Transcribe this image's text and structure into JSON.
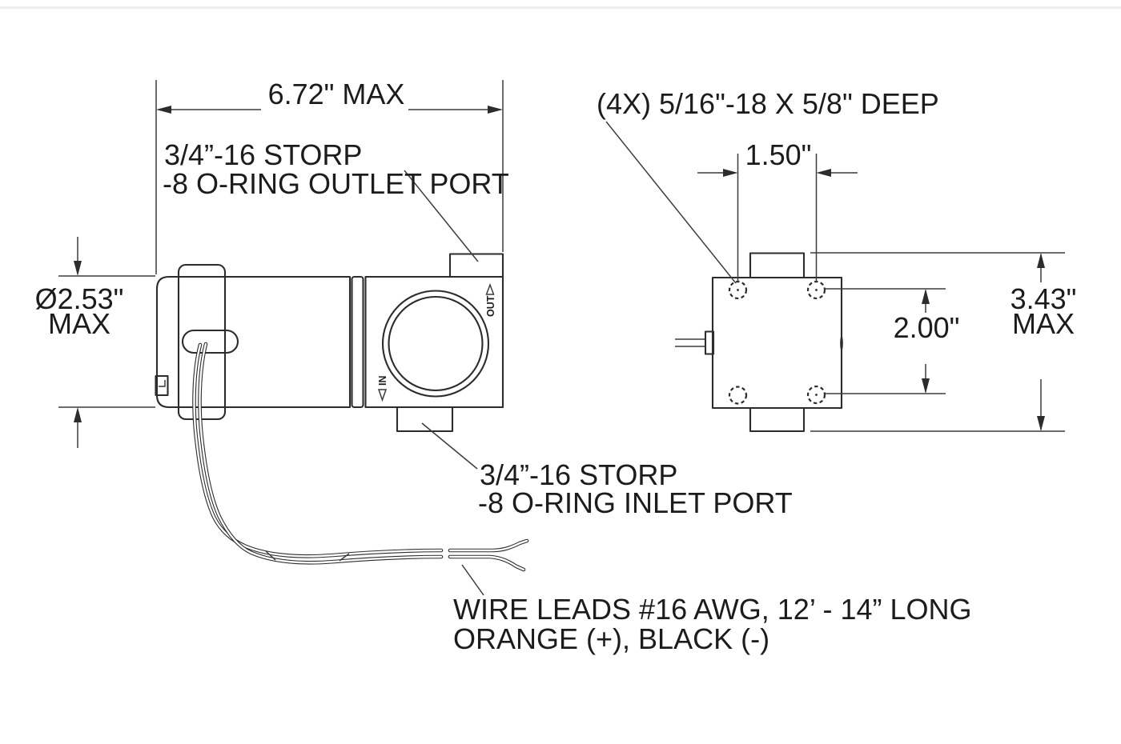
{
  "labels": {
    "outlet_line1": "3/4”-16 STORP",
    "outlet_line2": "-8 O-RING OUTLET PORT",
    "inlet_line1": "3/4”-16 STORP",
    "inlet_line2": "-8 O-RING INLET PORT",
    "holes_callout": "(4X) 5/16\"-18 X 5/8\" DEEP",
    "wire_line1": "WIRE LEADS #16 AWG, 12’ - 14” LONG",
    "wire_line2": "ORANGE (+), BLACK (-)",
    "out_marker": "OUT",
    "in_marker": "IN"
  },
  "dimensions": {
    "length": "6.72\" MAX",
    "diameter_value": "Ø2.53\"",
    "diameter_qualifier": "MAX",
    "hole_spacing_x": "1.50\"",
    "hole_spacing_y": "2.00\"",
    "height_value": "3.43\"",
    "height_qualifier": "MAX"
  },
  "colors": {
    "object_line": "#2c2c2c",
    "dimension_line": "#3c3c3c",
    "text": "#1c1c1c",
    "background": "#ffffff"
  }
}
